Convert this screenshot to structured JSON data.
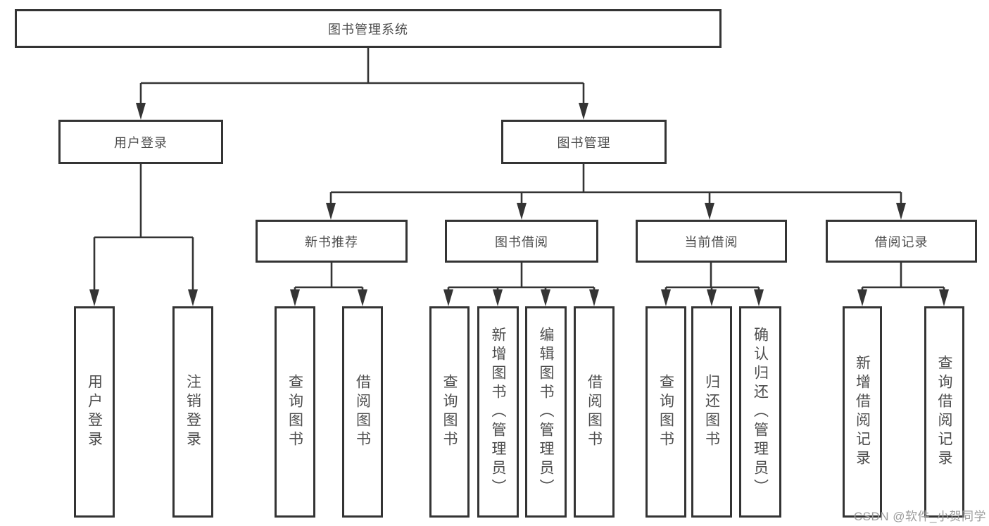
{
  "nodes": {
    "root": {
      "label": "图书管理系统"
    },
    "userLogin": {
      "label": "用户登录"
    },
    "bookManagement": {
      "label": "图书管理"
    },
    "newBookRecommend": {
      "label": "新书推荐"
    },
    "bookBorrow": {
      "label": "图书借阅"
    },
    "currentBorrow": {
      "label": "当前借阅"
    },
    "borrowRecord": {
      "label": "借阅记录"
    },
    "leafUserLogin": {
      "label": "用户登录"
    },
    "leafLogoutLogin": {
      "label": "注销登录"
    },
    "leafQueryBook1": {
      "label": "查询图书"
    },
    "leafBorrowBook1": {
      "label": "借阅图书"
    },
    "leafQueryBook2": {
      "label": "查询图书"
    },
    "leafAddBookAdmin": {
      "label": "新增图书（管理员）"
    },
    "leafEditBookAdmin": {
      "label": "编辑图书（管理员）"
    },
    "leafBorrowBook2": {
      "label": "借阅图书"
    },
    "leafQueryBook3": {
      "label": "查询图书"
    },
    "leafReturnBook": {
      "label": "归还图书"
    },
    "leafConfirmReturnAdmin": {
      "label": "确认归还（管理员）"
    },
    "leafAddBorrowRecord": {
      "label": "新增借阅记录"
    },
    "leafQueryBorrowRecord": {
      "label": "查询借阅记录"
    }
  },
  "watermark": {
    "text": "CSDN @软件_小贺同学"
  },
  "colors": {
    "line": "#343434",
    "box_background": "#ffffff",
    "text": "#4d4d4d",
    "watermark": "#9b9b9b"
  }
}
